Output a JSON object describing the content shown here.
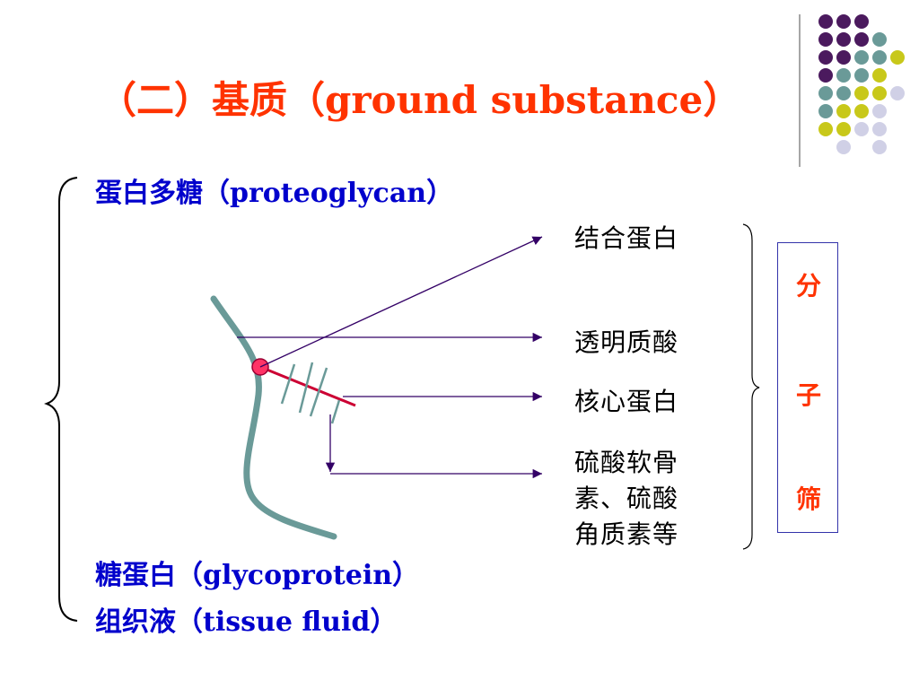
{
  "slide": {
    "title": "（二）基质（ground substance）",
    "proteoglycan": "蛋白多糖（proteoglycan）",
    "glycoprotein": "糖蛋白（glycoprotein）",
    "tissue_fluid": "组织液（tissue fluid）"
  },
  "labels": {
    "link_protein": "结合蛋白",
    "hyaluronic_acid": "透明质酸",
    "core_protein": "核心蛋白",
    "sulfate_line1": "硫酸软骨",
    "sulfate_line2": "素、硫酸",
    "sulfate_line3": "角质素等"
  },
  "sieve": {
    "char1": "分",
    "char2": "子",
    "char3": "筛"
  },
  "colors": {
    "title": "#ff3300",
    "blue_text": "#0000cc",
    "hyaluronan_curve": "#6a9a98",
    "arrow": "#330066",
    "core_protein_line": "#cc0033",
    "dot_purple": "#4b1a5e",
    "dot_teal": "#6a9a98",
    "dot_yellow": "#c8c81a",
    "dot_lavender": "#d0d0e6"
  }
}
